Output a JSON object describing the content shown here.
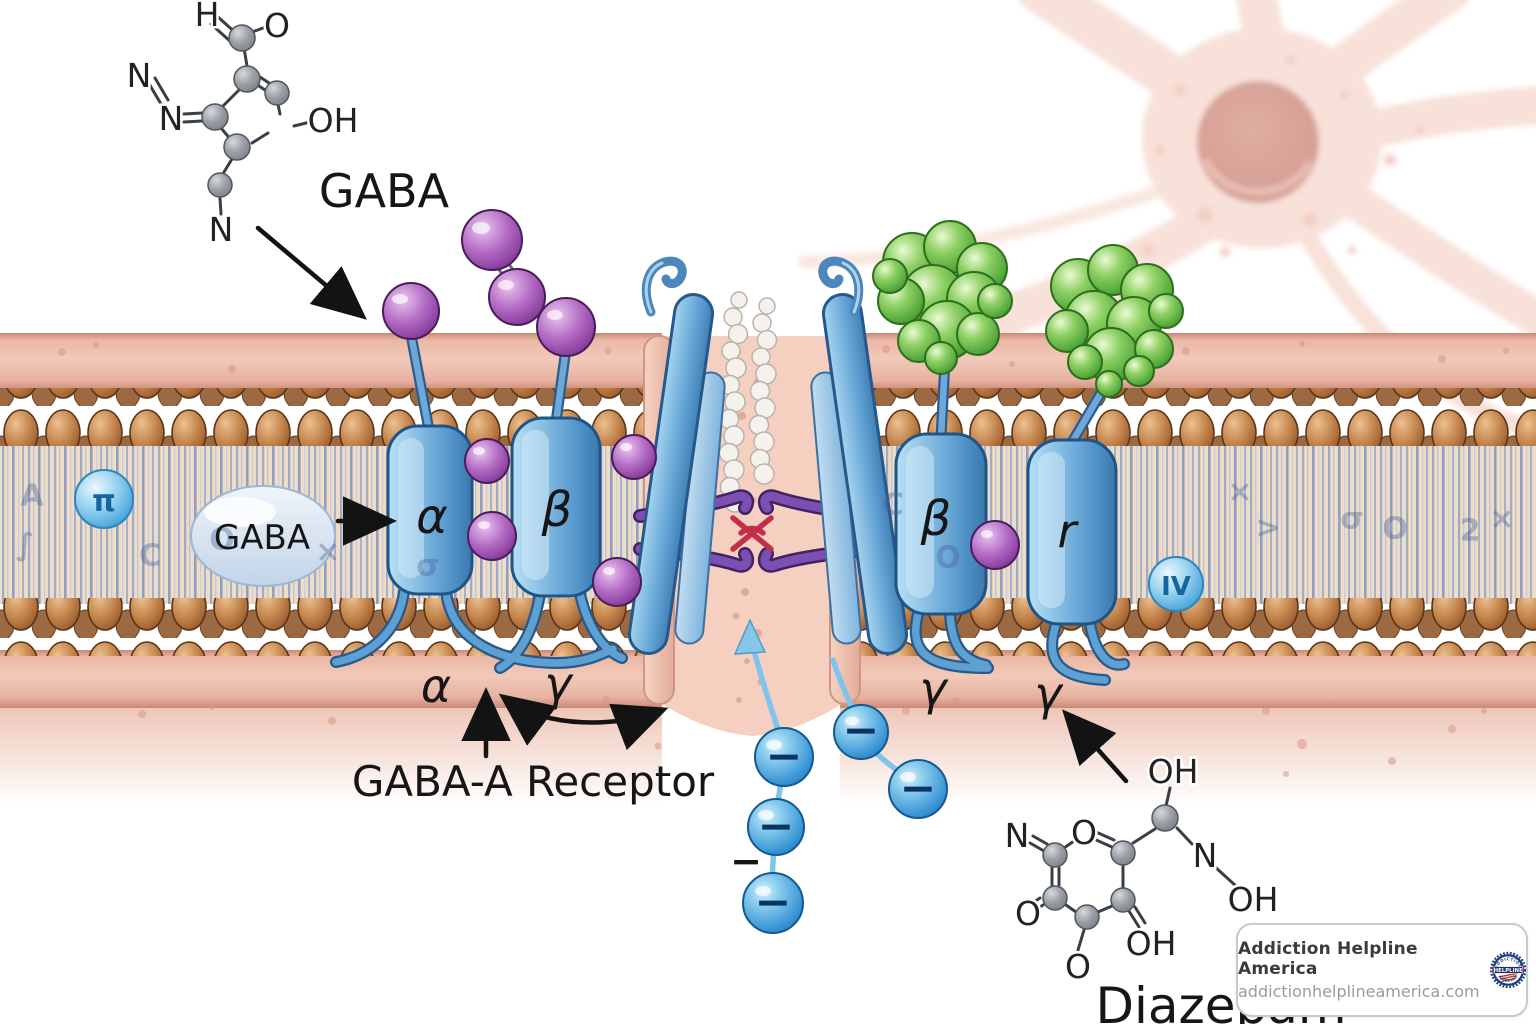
{
  "labels": {
    "gaba_top": "GABA",
    "gaba_vesicle": "GABA",
    "receptor": "GABA-A Receptor",
    "diazepam": "Diazepam"
  },
  "receptor": {
    "subunits": [
      "α",
      "β",
      "β",
      "r"
    ],
    "intracellular": [
      "α",
      "γ",
      "γ",
      "γ"
    ]
  },
  "structures": {
    "gaba_atoms": [
      "H",
      "O",
      "N",
      "N",
      "OH",
      "N"
    ],
    "diazepam_atoms": [
      "OH",
      "N",
      "O",
      "N",
      "OH",
      "O",
      "OH",
      "O"
    ]
  },
  "ions": {
    "symbol": "−",
    "lone_symbol": "−"
  },
  "vesicles": {
    "left": "π",
    "right": "IV"
  },
  "membrane": {
    "glyphs": [
      "A",
      "∫",
      "C",
      "O",
      "×",
      "σ",
      "C",
      "O",
      "×",
      ">",
      "σ",
      "O",
      "2",
      "×"
    ]
  },
  "badge": {
    "title": "Addiction Helpline America",
    "url": "addictionhelplineamerica.com",
    "logo_top": "ADDICTION",
    "logo_mid": "HELPLINE",
    "logo_bottom": "AMERICA"
  },
  "colors": {
    "membrane_band": "#e9b7a5",
    "lipid_head": "#b87a45",
    "tails": "#93a6ca",
    "subunit_blue": "#79b4de",
    "gaba_purple": "#a75bb5",
    "diazepam_green": "#6cc04f",
    "chloride_blue": "#46a0dc",
    "gate_purple": "#6f44a6",
    "accent_red": "#c13048",
    "neuron_pink": "#f8e1d9"
  }
}
